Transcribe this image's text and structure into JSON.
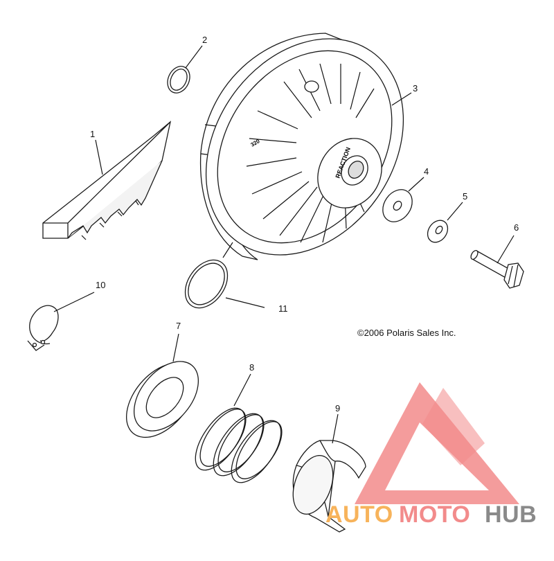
{
  "diagram": {
    "copyright": "©2006 Polaris Sales Inc.",
    "clutch_labels": {
      "brand": "REACTION",
      "model": "320"
    },
    "callouts": [
      {
        "id": "callout-1",
        "label": "1",
        "part": "drive-belt"
      },
      {
        "id": "callout-2",
        "label": "2",
        "part": "spacer-ring"
      },
      {
        "id": "callout-3",
        "label": "3",
        "part": "driven-clutch"
      },
      {
        "id": "callout-4",
        "label": "4",
        "part": "flat-washer"
      },
      {
        "id": "callout-5",
        "label": "5",
        "part": "lock-washer"
      },
      {
        "id": "callout-6",
        "label": "6",
        "part": "bolt"
      },
      {
        "id": "callout-7",
        "label": "7",
        "part": "spring-cup"
      },
      {
        "id": "callout-8",
        "label": "8",
        "part": "spring"
      },
      {
        "id": "callout-9",
        "label": "9",
        "part": "cam-helix"
      },
      {
        "id": "callout-10",
        "label": "10",
        "part": "retaining-ring"
      },
      {
        "id": "callout-11",
        "label": "11",
        "part": "thrust-washer"
      }
    ]
  },
  "watermark": {
    "word_1": "AUTO",
    "word_2": "MOTO",
    "word_3": "HUB",
    "colors": {
      "triangle": "#f28b8b",
      "auto": "#f7b35b",
      "moto": "#f28b8b",
      "hub": "#8a8a8a"
    }
  }
}
